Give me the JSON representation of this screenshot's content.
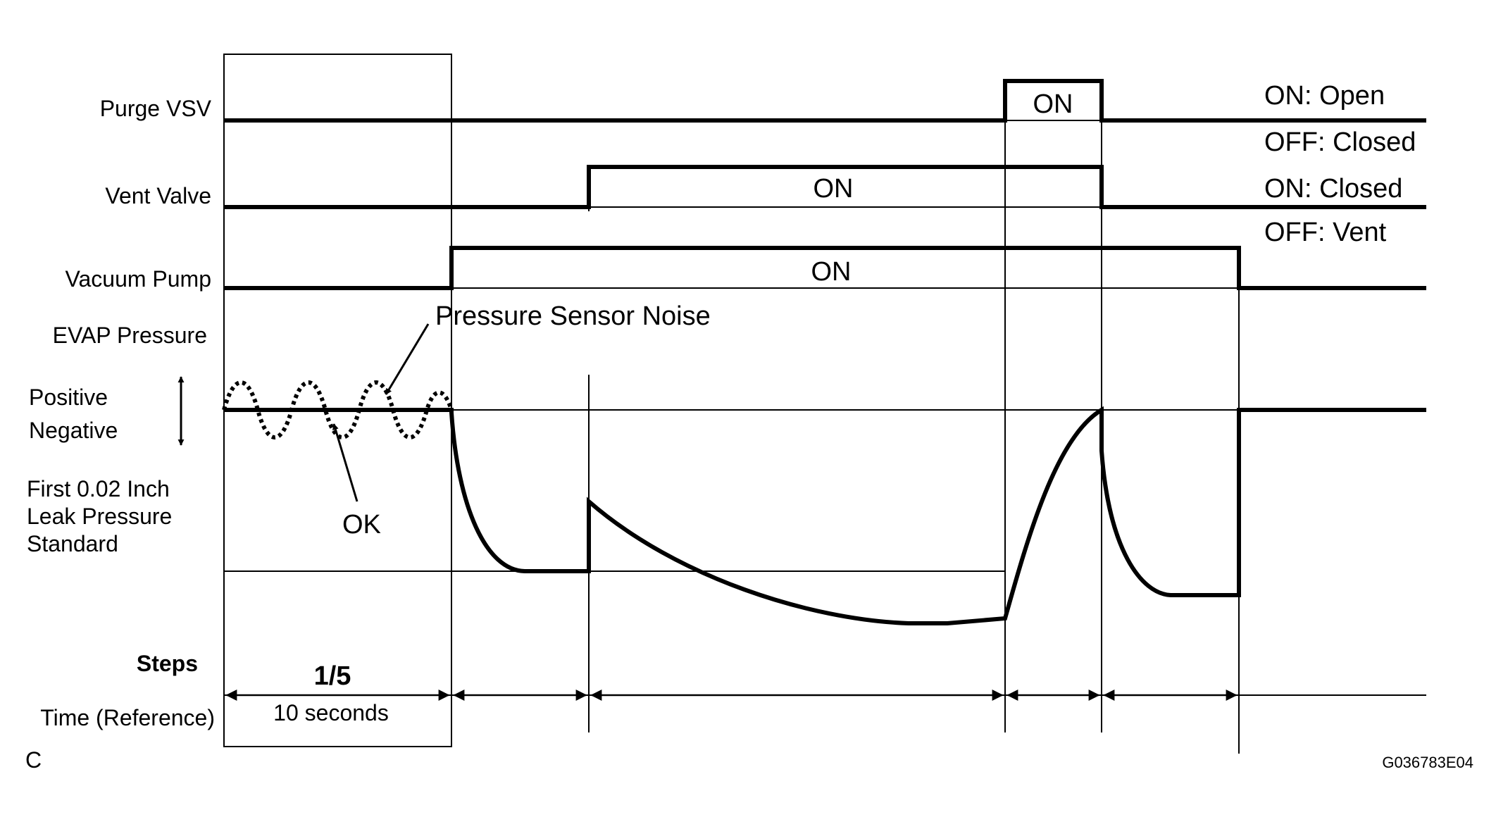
{
  "signals": {
    "purge_vsv": "Purge VSV",
    "vent_valve": "Vent Valve",
    "vacuum_pump": "Vacuum Pump",
    "evap_pressure": "EVAP Pressure"
  },
  "axis": {
    "positive": "Positive",
    "negative": "Negative",
    "leak_standard_line1": "First 0.02 Inch",
    "leak_standard_line2": "Leak Pressure",
    "leak_standard_line3": "Standard"
  },
  "state_labels": {
    "purge_on": "ON",
    "vent_on": "ON",
    "pump_on": "ON"
  },
  "legend": {
    "purge_on": "ON: Open",
    "purge_off": "OFF: Closed",
    "vent_on": "ON: Closed",
    "vent_off": "OFF: Vent"
  },
  "annotations": {
    "noise": "Pressure Sensor Noise",
    "ok": "OK"
  },
  "steps": {
    "title": "Steps",
    "first_step": "1/5",
    "time_label": "Time (Reference)",
    "first_duration": "10 seconds"
  },
  "footer": {
    "corner_letter": "C",
    "figure_code": "G036783E04"
  }
}
